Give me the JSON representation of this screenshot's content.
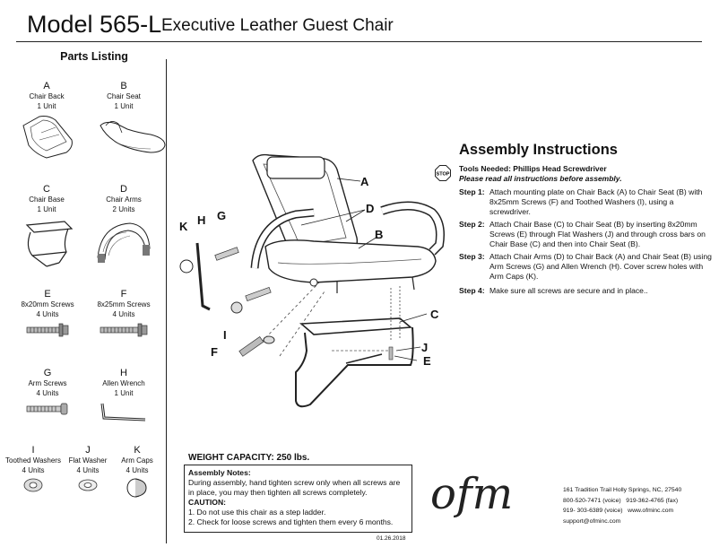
{
  "header": {
    "model": "Model 565-L",
    "product": "Executive Leather Guest Chair"
  },
  "parts_listing": {
    "title": "Parts Listing",
    "parts": [
      {
        "letter": "A",
        "name": "Chair Back",
        "qty": "1 Unit"
      },
      {
        "letter": "B",
        "name": "Chair Seat",
        "qty": "1 Unit"
      },
      {
        "letter": "C",
        "name": "Chair Base",
        "qty": "1 Unit"
      },
      {
        "letter": "D",
        "name": "Chair Arms",
        "qty": "2 Units"
      },
      {
        "letter": "E",
        "name": "8x20mm Screws",
        "qty": "4 Units"
      },
      {
        "letter": "F",
        "name": "8x25mm Screws",
        "qty": "4 Units"
      },
      {
        "letter": "G",
        "name": "Arm Screws",
        "qty": "4 Units"
      },
      {
        "letter": "H",
        "name": "Allen Wrench",
        "qty": "1 Unit"
      },
      {
        "letter": "I",
        "name": "Toothed Washers",
        "qty": "4 Units"
      },
      {
        "letter": "J",
        "name": "Flat Washer",
        "qty": "4 Units"
      },
      {
        "letter": "K",
        "name": "Arm Caps",
        "qty": "4 Units"
      }
    ]
  },
  "diagram": {
    "callouts": [
      "A",
      "B",
      "C",
      "D",
      "E",
      "F",
      "G",
      "H",
      "I",
      "J",
      "K"
    ]
  },
  "assembly": {
    "title": "Assembly Instructions",
    "stop_badge": "STOP",
    "tools": "Tools Needed: Phillips Head Screwdriver",
    "tools_note": "Please read all instructions before assembly.",
    "steps": [
      {
        "label": "Step 1:",
        "text": "Attach mounting plate on Chair Back (A) to Chair Seat (B) with 8x25mm Screws (F) and Toothed Washers (I), using a screwdriver."
      },
      {
        "label": "Step 2:",
        "text": "Attach Chair Base (C) to Chair Seat (B) by inserting 8x20mm Screws (E) through Flat Washers (J) and through cross bars on Chair Base (C) and then into Chair Seat (B)."
      },
      {
        "label": "Step 3:",
        "text": "Attach Chair Arms (D) to Chair Back (A) and Chair Seat (B) using Arm Screws (G) and Allen Wrench (H). Cover screw holes with Arm Caps (K)."
      },
      {
        "label": "Step 4:",
        "text": "Make sure all screws are secure and in place.."
      }
    ]
  },
  "weight_capacity": "WEIGHT CAPACITY: 250 lbs.",
  "notes": {
    "title": "Assembly Notes:",
    "text": "During assembly, hand tighten screw only when all screws are in place, you may then tighten all screws completely.",
    "caution_title": "CAUTION:",
    "cautions": [
      "1. Do not use this chair as a step ladder.",
      "2. Check for loose screws and tighten them every 6 months."
    ]
  },
  "date": "01.26.2018",
  "brand": {
    "logo_text": "ofm",
    "address": "161 Tradition Trail  Holly Springs, NC, 27540",
    "phone1": "800-520-7471 (voice)",
    "fax": "919-362-4765 (fax)",
    "phone2": "919- 303-6389 (voice)",
    "web": "www.ofminc.com",
    "email": "support@ofminc.com"
  }
}
